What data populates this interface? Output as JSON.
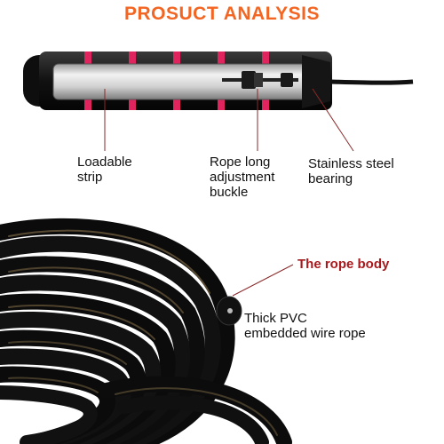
{
  "header": {
    "title": "PROSUCT ANALYSIS"
  },
  "handle": {
    "loadable_strip": "Loadable\nstrip",
    "adjustment_buckle": "Rope long\nadjustment\nbuckle",
    "steel_bearing": "Stainless steel\nbearing"
  },
  "rope": {
    "title": "The rope body",
    "description": "Thick PVC\nembedded wire rope"
  },
  "colors": {
    "title": "#f26522",
    "accent_red": "#a8191d",
    "grip_black": "#111111",
    "grip_pink": "#e0245e",
    "tube_silver": "#d9d9d9"
  }
}
